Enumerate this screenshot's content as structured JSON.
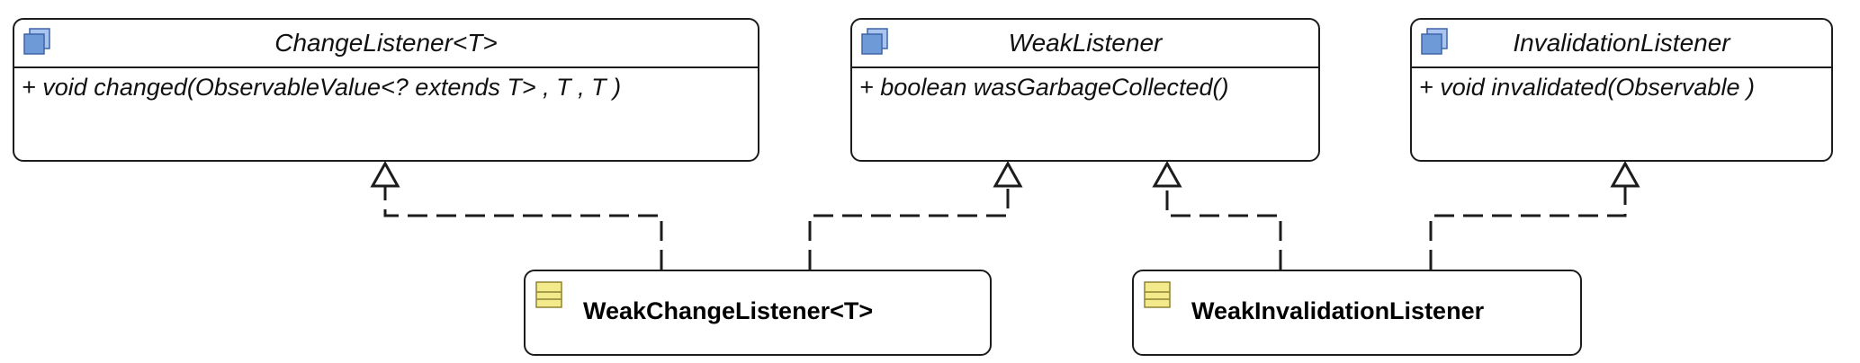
{
  "interfaces": [
    {
      "name": "ChangeListener<T>",
      "operation": "+ void changed(ObservableValue<? extends T> , T , T )"
    },
    {
      "name": "WeakListener",
      "operation": "+ boolean wasGarbageCollected()"
    },
    {
      "name": "InvalidationListener",
      "operation": "+ void invalidated(Observable )"
    }
  ],
  "classes": [
    {
      "name": "WeakChangeListener<T>"
    },
    {
      "name": "WeakInvalidationListener"
    }
  ],
  "relationships": [
    {
      "from": "WeakChangeListener<T>",
      "to": "ChangeListener<T>",
      "type": "realization"
    },
    {
      "from": "WeakChangeListener<T>",
      "to": "WeakListener",
      "type": "realization"
    },
    {
      "from": "WeakInvalidationListener",
      "to": "WeakListener",
      "type": "realization"
    },
    {
      "from": "WeakInvalidationListener",
      "to": "InvalidationListener",
      "type": "realization"
    }
  ],
  "colors": {
    "interface_icon": "#6f9ad8",
    "class_icon": "#f3ea8c",
    "line": "#1c1c1c"
  }
}
